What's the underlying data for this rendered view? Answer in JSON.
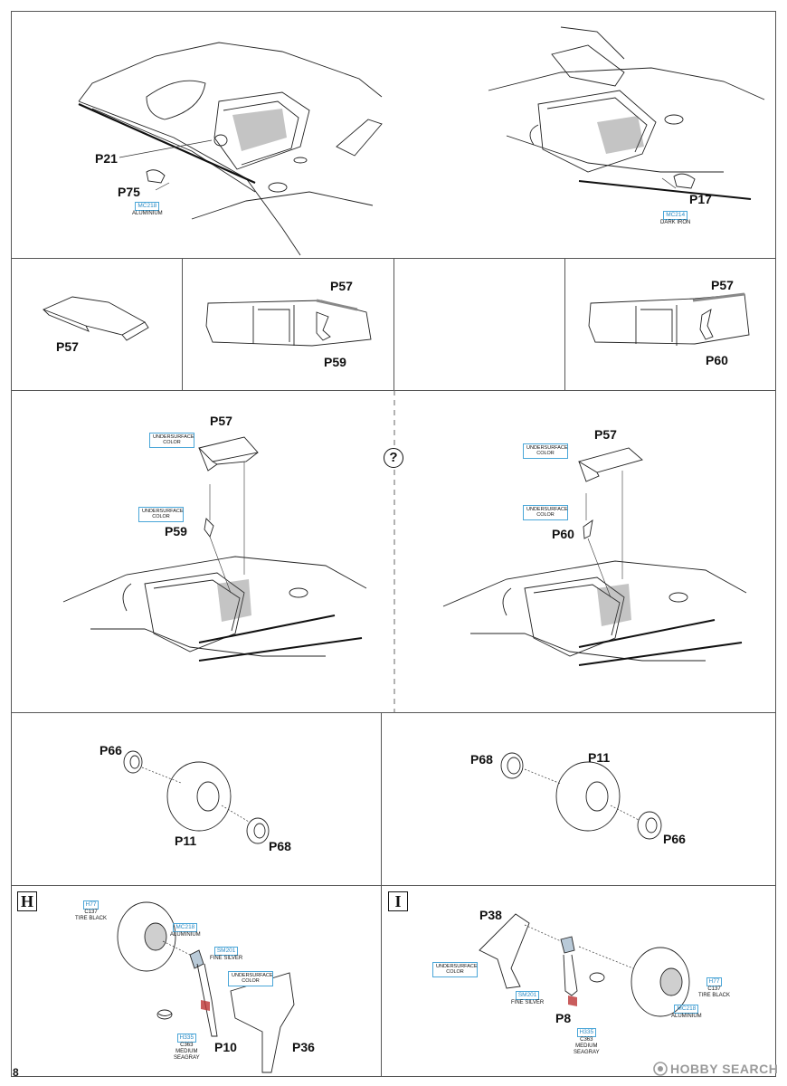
{
  "page": {
    "number": "8"
  },
  "watermark": {
    "brand": "HOBBY SEARCH",
    "icon": "hobby-search-logo-icon"
  },
  "help_icon": {
    "label": "?"
  },
  "panel_top_left": {
    "parts": {
      "p21": "P21",
      "p75": "P75"
    },
    "paint": {
      "code": "MC218",
      "name": "ALUMINIUM"
    }
  },
  "panel_top_right": {
    "parts": {
      "p17": "P17"
    },
    "paint": {
      "code": "MC214",
      "name": "DARK IRON"
    }
  },
  "panel_row2": {
    "a": {
      "label": "P57"
    },
    "b": {
      "top": "P57",
      "bottom": "P59"
    },
    "d": {
      "top": "P57",
      "bottom": "P60"
    }
  },
  "panel_row3_left": {
    "top_label": "P57",
    "top_color": "UNDERSURFACE COLOR",
    "mid_color": "UNDERSURFACE COLOR",
    "mid_label": "P59"
  },
  "panel_row3_right": {
    "top_label": "P57",
    "top_color": "UNDERSURFACE COLOR",
    "mid_color": "UNDERSURFACE COLOR",
    "mid_label": "P60"
  },
  "panel_wheels_left": {
    "p66": "P66",
    "p11": "P11",
    "p68": "P68"
  },
  "panel_wheels_right": {
    "p68": "P68",
    "p11": "P11",
    "p66": "P66"
  },
  "step_h": {
    "letter": "H",
    "tire": {
      "code": "H77",
      "alt": "C137",
      "name": "TIRE BLACK"
    },
    "hub": {
      "code": "MC218",
      "name": "ALUMINIUM"
    },
    "axle": {
      "code": "SM201",
      "name": "FINE SILVER"
    },
    "door_color": "UNDERSURFACE COLOR",
    "strut": {
      "code": "H335",
      "alt": "C363",
      "name1": "MEDIUM",
      "name2": "SEAGRAY"
    },
    "p10": "P10",
    "p36": "P36"
  },
  "step_i": {
    "letter": "I",
    "p38": "P38",
    "door_color": "UNDERSURFACE COLOR",
    "axle": {
      "code": "SM201",
      "name": "FINE SILVER"
    },
    "p8": "P8",
    "strut": {
      "code": "H335",
      "alt": "C363",
      "name1": "MEDIUM",
      "name2": "SEAGRAY"
    },
    "tire": {
      "code": "H77",
      "alt": "C137",
      "name": "TIRE BLACK"
    },
    "hub": {
      "code": "MC218",
      "name": "ALUMINIUM"
    }
  }
}
